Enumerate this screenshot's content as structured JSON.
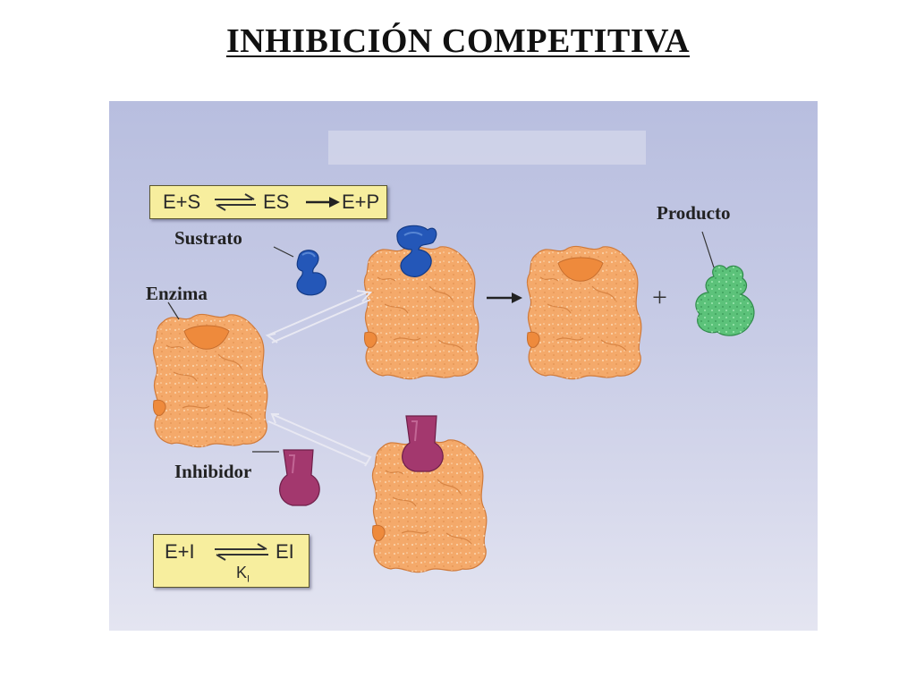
{
  "title": "INHIBICIÓN COMPETITIVA",
  "equations": {
    "substrate": {
      "left": "E+S",
      "middle": "ES",
      "right": "E+P"
    },
    "inhibitor": {
      "left": "E+I",
      "right": "EI",
      "constant": "K",
      "constant_sub": "I"
    }
  },
  "labels": {
    "substrate": "Sustrato",
    "enzyme": "Enzima",
    "inhibitor": "Inhibidor",
    "product": "Producto",
    "plus": "+"
  },
  "colors": {
    "enzyme": "#f4a96a",
    "active_site": "#ee8a3c",
    "substrate": "#2457b8",
    "inhibitor": "#a3386e",
    "product": "#5cc27a",
    "equation_box": "#f7ee9e",
    "background": "#c8cce6"
  }
}
